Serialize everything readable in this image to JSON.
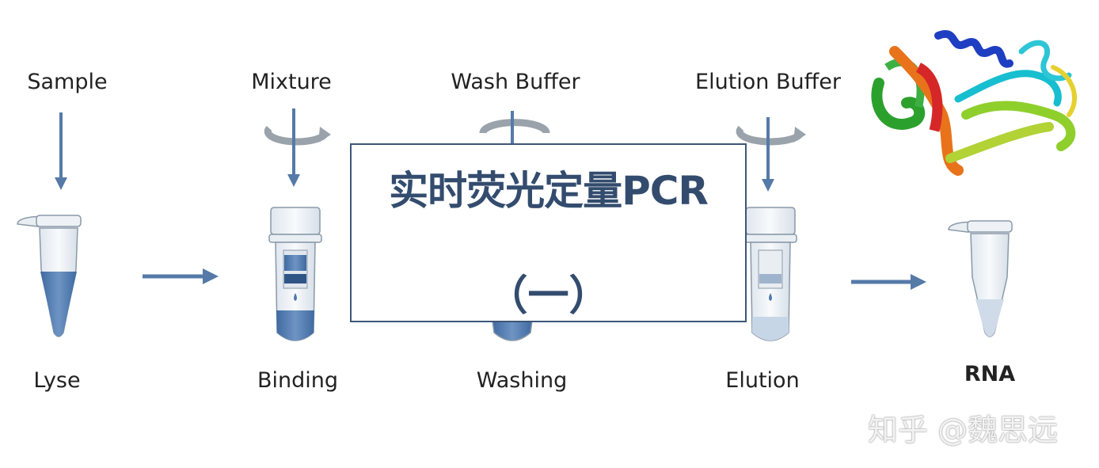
{
  "colors": {
    "arrow": "#557aa8",
    "liquid": "#4f78ad",
    "tube_body": "#eef2f6",
    "tube_stroke": "#8a99a8",
    "title_text": "#334c6e",
    "title_border": "#3d5677"
  },
  "stages": [
    {
      "top_label": "Sample",
      "bottom_label": "Lyse"
    },
    {
      "top_label": "Mixture",
      "bottom_label": "Binding"
    },
    {
      "top_label": "Wash Buffer",
      "bottom_label": "Washing"
    },
    {
      "top_label": "Elution Buffer",
      "bottom_label": "Elution"
    },
    {
      "top_label": "",
      "bottom_label": "RNA"
    }
  ],
  "title": {
    "main": "实时荧光定量PCR",
    "sub": "（一）"
  },
  "watermark": "知乎 @魏思远",
  "icons": {
    "protein": "protein-ribbon-icon",
    "rotation": "rotation-arrow-icon",
    "down_arrow": "down-arrow-icon",
    "right_arrow": "right-arrow-icon"
  }
}
